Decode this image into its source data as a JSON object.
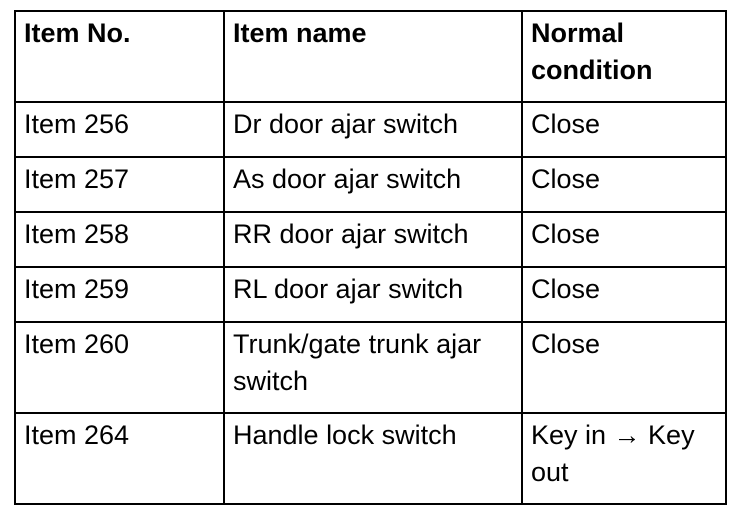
{
  "table": {
    "headers": [
      "Item No.",
      "Item name",
      "Normal condition"
    ],
    "rows": [
      [
        "Item 256",
        "Dr door ajar switch",
        "Close"
      ],
      [
        "Item 257",
        "As door ajar switch",
        "Close"
      ],
      [
        "Item 258",
        "RR door ajar switch",
        "Close"
      ],
      [
        "Item 259",
        "RL door ajar switch",
        "Close"
      ],
      [
        "Item 260",
        "Trunk/gate trunk ajar switch",
        "Close"
      ],
      [
        "Item 264",
        "Handle lock switch",
        "Key in → Key out"
      ]
    ]
  }
}
